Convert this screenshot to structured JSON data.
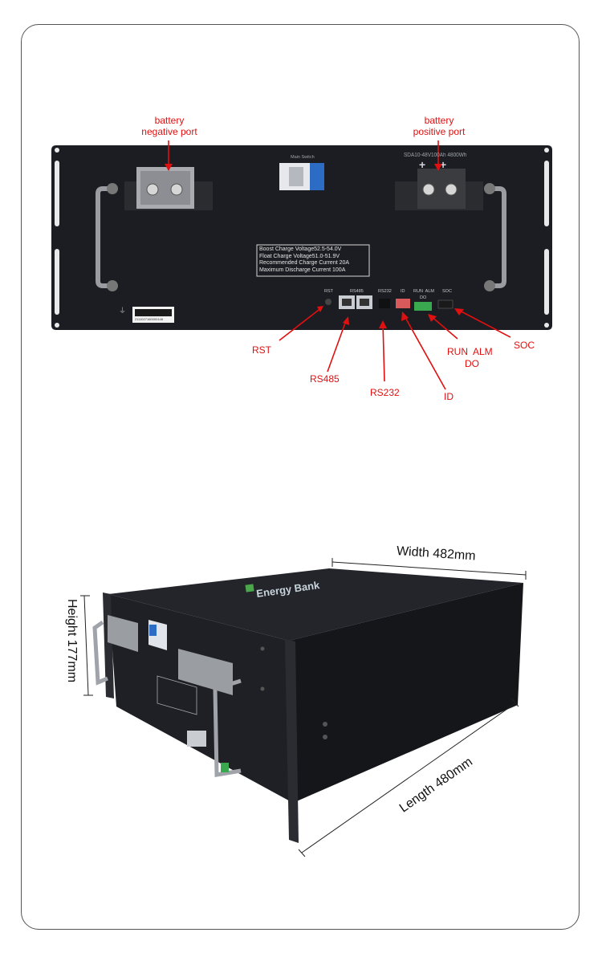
{
  "front_view": {
    "callouts": {
      "negative_port": [
        "battery",
        "negative port"
      ],
      "positive_port": [
        "battery",
        "positive port"
      ],
      "rst": "RST",
      "rs485": "RS485",
      "rs232": "RS232",
      "id": "ID",
      "run_alm": "RUN  ALM",
      "do": "DO",
      "soc": "SOC"
    },
    "panel": {
      "main_switch": "Main Switch",
      "model": "SDA10-48V100Ah  4800Wh",
      "spec_lines": [
        "Boost  Charge  Voltage52.5-54.0V",
        "Float  Charge  Voltage51.0-51.9V",
        "Recommended  Charge  Current 20A",
        "Maximum  Discharge  Current 100A"
      ],
      "ports": {
        "rst": "RST",
        "rs485": "RS485",
        "rs232": "RS232",
        "id": "ID",
        "run_alm": "RUN  ALM",
        "do": "DO",
        "soc": "SOC"
      },
      "barcode_text": "2111027160000148"
    }
  },
  "dimensions": {
    "width": "Width 482mm",
    "height": "Height 177mm",
    "length": "Length 480mm"
  },
  "colors": {
    "callout": "#e01010",
    "panel": "#1b1d22",
    "frame": "#555555"
  }
}
